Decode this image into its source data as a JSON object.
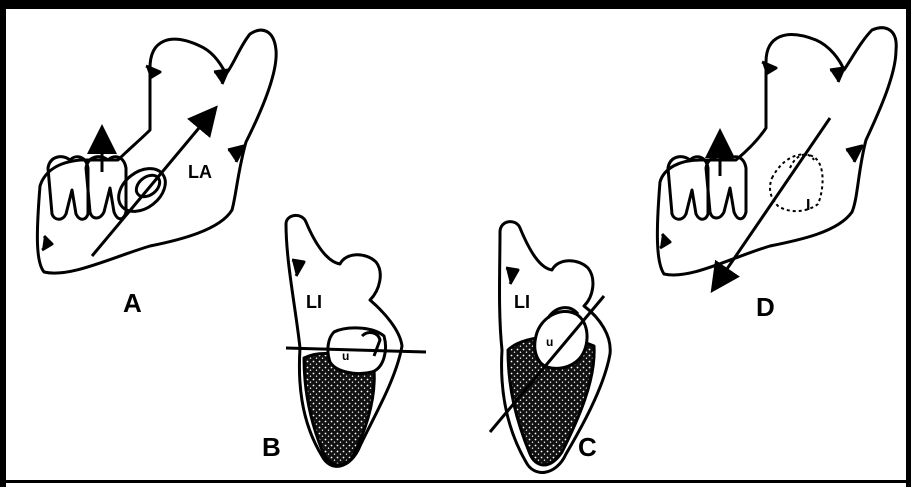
{
  "figure": {
    "panels": [
      {
        "id": "A",
        "label": "A",
        "annotation": "LA"
      },
      {
        "id": "B",
        "label": "B",
        "annotation": "LI",
        "tooth_label": "u"
      },
      {
        "id": "C",
        "label": "C",
        "annotation": "LI",
        "tooth_label": "u"
      },
      {
        "id": "D",
        "label": "D",
        "annotation": "I"
      }
    ]
  },
  "colors": {
    "ink": "#000000",
    "paper": "#ffffff"
  }
}
